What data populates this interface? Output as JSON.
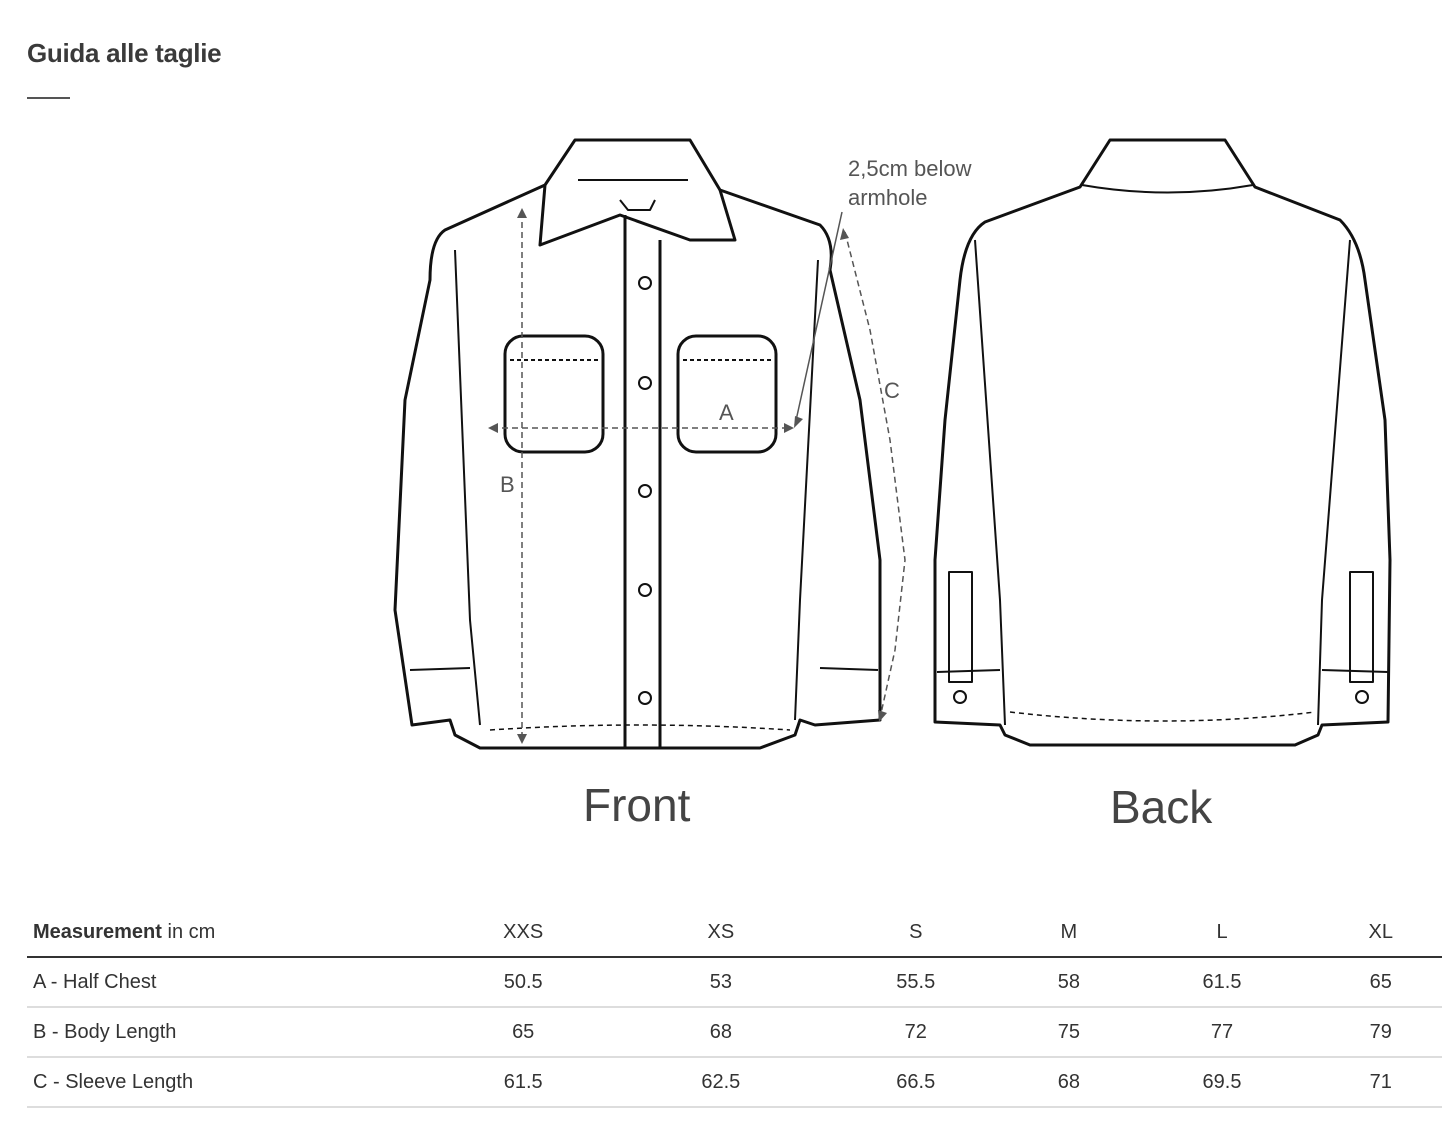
{
  "title": "Guida alle taglie",
  "diagram": {
    "note": "2,5cm below\narmhole",
    "note_line1": "2,5cm below",
    "note_line2": "armhole",
    "label_a": "A",
    "label_b": "B",
    "label_c": "C",
    "front": "Front",
    "back": "Back"
  },
  "table": {
    "header_bold": "Measurement",
    "header_rest": " in cm",
    "sizes": [
      "XXS",
      "XS",
      "S",
      "M",
      "L",
      "XL"
    ],
    "rows": [
      {
        "label": "A - Half Chest",
        "values": [
          "50.5",
          "53",
          "55.5",
          "58",
          "61.5",
          "65"
        ]
      },
      {
        "label": "B - Body Length",
        "values": [
          "65",
          "68",
          "72",
          "75",
          "77",
          "79"
        ]
      },
      {
        "label": "C - Sleeve Length",
        "values": [
          "61.5",
          "62.5",
          "66.5",
          "68",
          "69.5",
          "71"
        ]
      }
    ]
  }
}
